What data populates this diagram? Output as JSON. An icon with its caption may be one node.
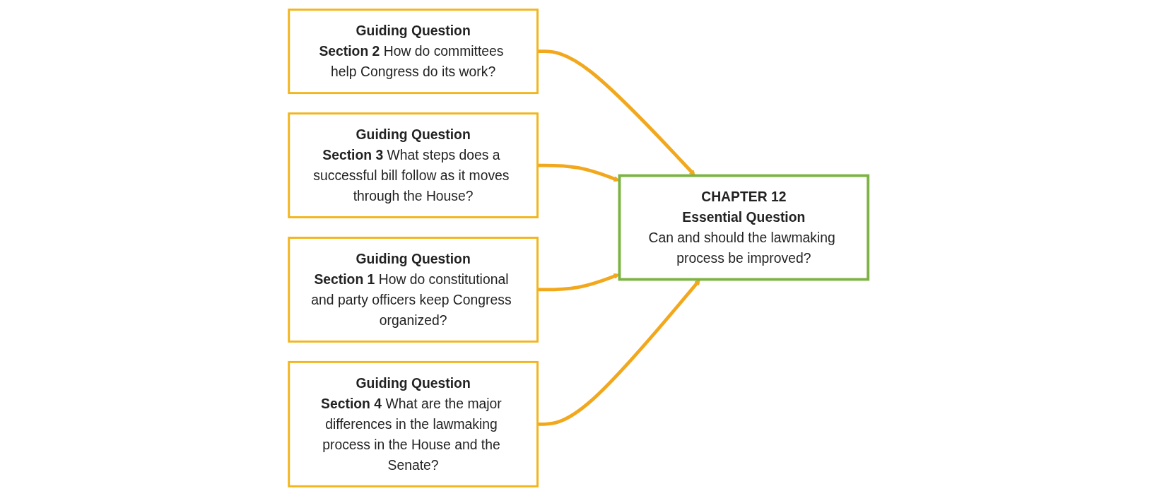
{
  "diagram": {
    "nodes": [
      {
        "text": [
          "Guiding Question",
          "**Section 2** How do committees help Congress do its work?"
        ]
      },
      {
        "text": [
          "Guiding Question",
          "**Section 3** What steps does a successful bill follow as it moves through the House?"
        ]
      },
      {
        "text": [
          "Guiding Question",
          "**Section 1** How do constitutional and party officers keep Congress organized?"
        ]
      },
      {
        "text": [
          "CHAPTER 12",
          "Essential Question",
          "Can and should the lawmaking process be improved?"
        ]
      },
      {
        "text": [
          "Guiding Question",
          "**Section 4** What are the major differences in the lawmaking process in the House and the Senate?"
        ]
      }
    ],
    "edges": [
      {
        "from": 0,
        "to": 3,
        "arrow": "to"
      },
      {
        "from": 1,
        "to": 3,
        "arrow": "to"
      },
      {
        "from": 2,
        "to": 3,
        "arrow": "to"
      },
      {
        "from": 4,
        "to": 3,
        "arrow": "to"
      }
    ]
  }
}
